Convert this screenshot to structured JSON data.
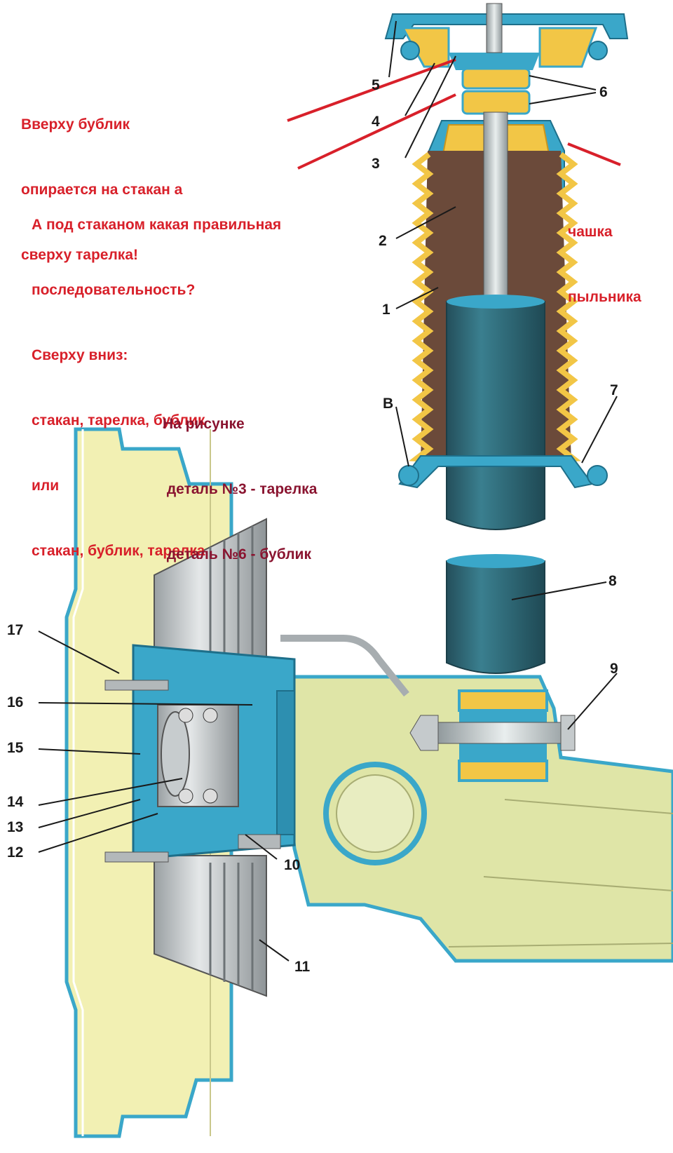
{
  "notes": {
    "top_left": [
      "Вверху бублик",
      "опирается на стакан а",
      "сверху тарелка!"
    ],
    "question": [
      "А под стаканом какая правильная",
      "последовательность?",
      "Сверху вниз:",
      "стакан, тарелка, бублик",
      "или",
      "стакан, бублик, тарелка"
    ],
    "dust_cup": [
      "чашка",
      "пыльника"
    ],
    "figure_note": [
      "На рисунке",
      " деталь №3 - тарелка",
      " деталь №6 - бублик"
    ]
  },
  "labels": {
    "l1": "1",
    "l2": "2",
    "l3": "3",
    "l4": "4",
    "l5": "5",
    "l6": "6",
    "l7": "7",
    "l8": "8",
    "l9": "9",
    "l10": "10",
    "l11": "11",
    "l12": "12",
    "l13": "13",
    "l14": "14",
    "l15": "15",
    "l16": "16",
    "l17": "17",
    "lB": "В"
  },
  "colors": {
    "blue_part": "#3aa7c9",
    "yellow_part": "#f2c646",
    "bellows_brown": "#6b4a3a",
    "shock_body": "#2e6c7a",
    "chassis": "#dfe5a7",
    "wheel_rim": "#f2f0b3",
    "red_annotation": "#d8202a",
    "maroon_annotation": "#8a1430"
  }
}
